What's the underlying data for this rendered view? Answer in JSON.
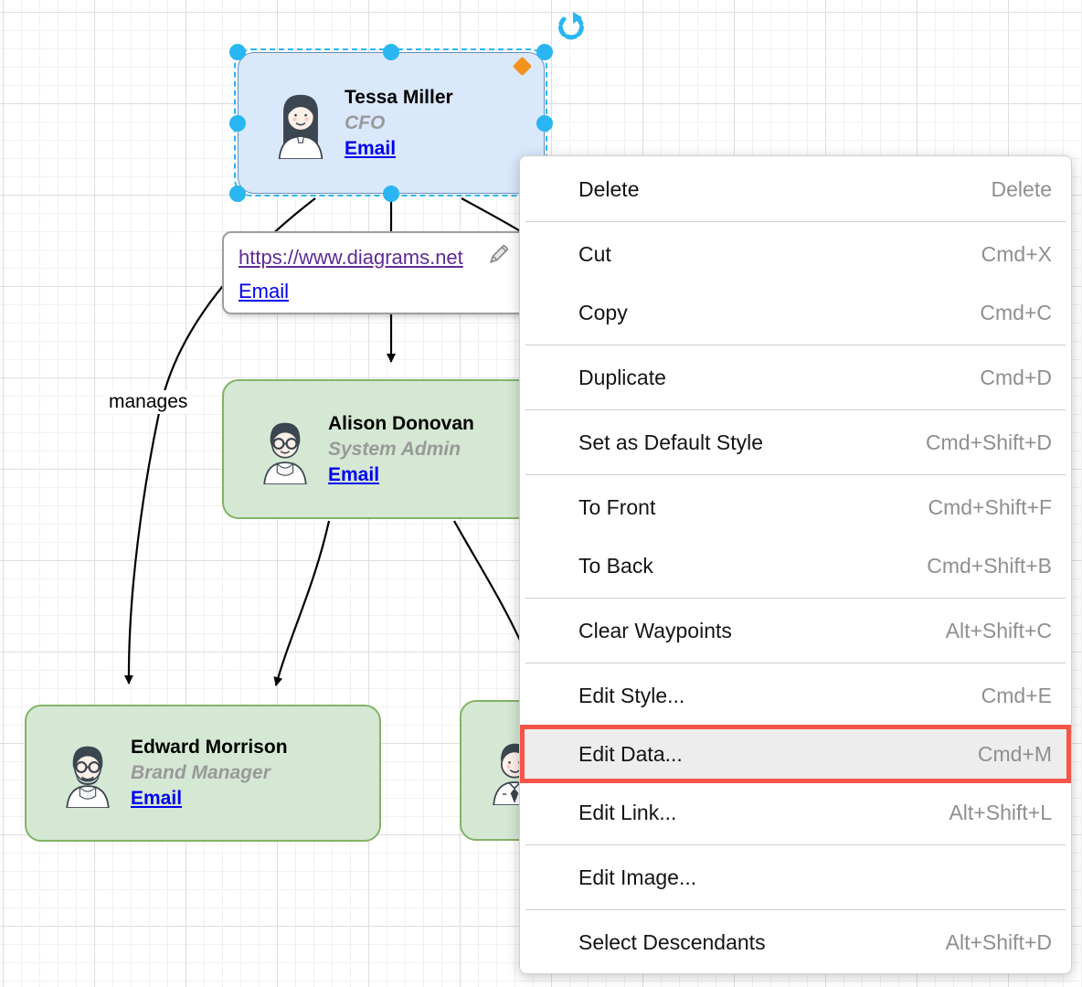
{
  "app": "diagrams.net canvas",
  "colors": {
    "node_green_fill": "#d5e8d4",
    "node_green_border": "#82b366",
    "node_blue_fill": "#dae8fc",
    "node_blue_border": "#6c8ebf",
    "selection_accent": "#29b6f2",
    "state_diamond": "#f2931e",
    "highlight_border": "#f65549",
    "highlight_bg": "#ededed",
    "link_blue": "#0000ee",
    "link_visited_purple": "#5e2b97",
    "menu_shortcut_gray": "#8f8f8f"
  },
  "diagram": {
    "edge_label": "manages",
    "nodes": {
      "tessa": {
        "name": "Tessa Miller",
        "role": "CFO",
        "email_label": "Email",
        "selected": true,
        "avatar": "woman-long-hair"
      },
      "alison": {
        "name": "Alison Donovan",
        "role": "System Admin",
        "email_label": "Email",
        "selected": false,
        "avatar": "man-glasses"
      },
      "edward": {
        "name": "Edward Morrison",
        "role": "Brand Manager",
        "email_label": "Email",
        "selected": false,
        "avatar": "man-glasses-beard"
      },
      "partial": {
        "name": "",
        "role": "",
        "email_label": "",
        "selected": false,
        "avatar": "man-shirt-tie"
      }
    }
  },
  "link_popup": {
    "url": "https://www.diagrams.net",
    "email_label": "Email",
    "edit_icon": "pencil-icon"
  },
  "context_menu": {
    "items": [
      {
        "label": "Delete",
        "shortcut": "Delete"
      },
      {
        "label": "Cut",
        "shortcut": "Cmd+X"
      },
      {
        "label": "Copy",
        "shortcut": "Cmd+C"
      },
      {
        "label": "Duplicate",
        "shortcut": "Cmd+D"
      },
      {
        "label": "Set as Default Style",
        "shortcut": "Cmd+Shift+D"
      },
      {
        "label": "To Front",
        "shortcut": "Cmd+Shift+F"
      },
      {
        "label": "To Back",
        "shortcut": "Cmd+Shift+B"
      },
      {
        "label": "Clear Waypoints",
        "shortcut": "Alt+Shift+C"
      },
      {
        "label": "Edit Style...",
        "shortcut": "Cmd+E"
      },
      {
        "label": "Edit Data...",
        "shortcut": "Cmd+M",
        "highlighted": true
      },
      {
        "label": "Edit Link...",
        "shortcut": "Alt+Shift+L"
      },
      {
        "label": "Edit Image...",
        "shortcut": ""
      },
      {
        "label": "Select Descendants",
        "shortcut": "Alt+Shift+D"
      }
    ]
  }
}
